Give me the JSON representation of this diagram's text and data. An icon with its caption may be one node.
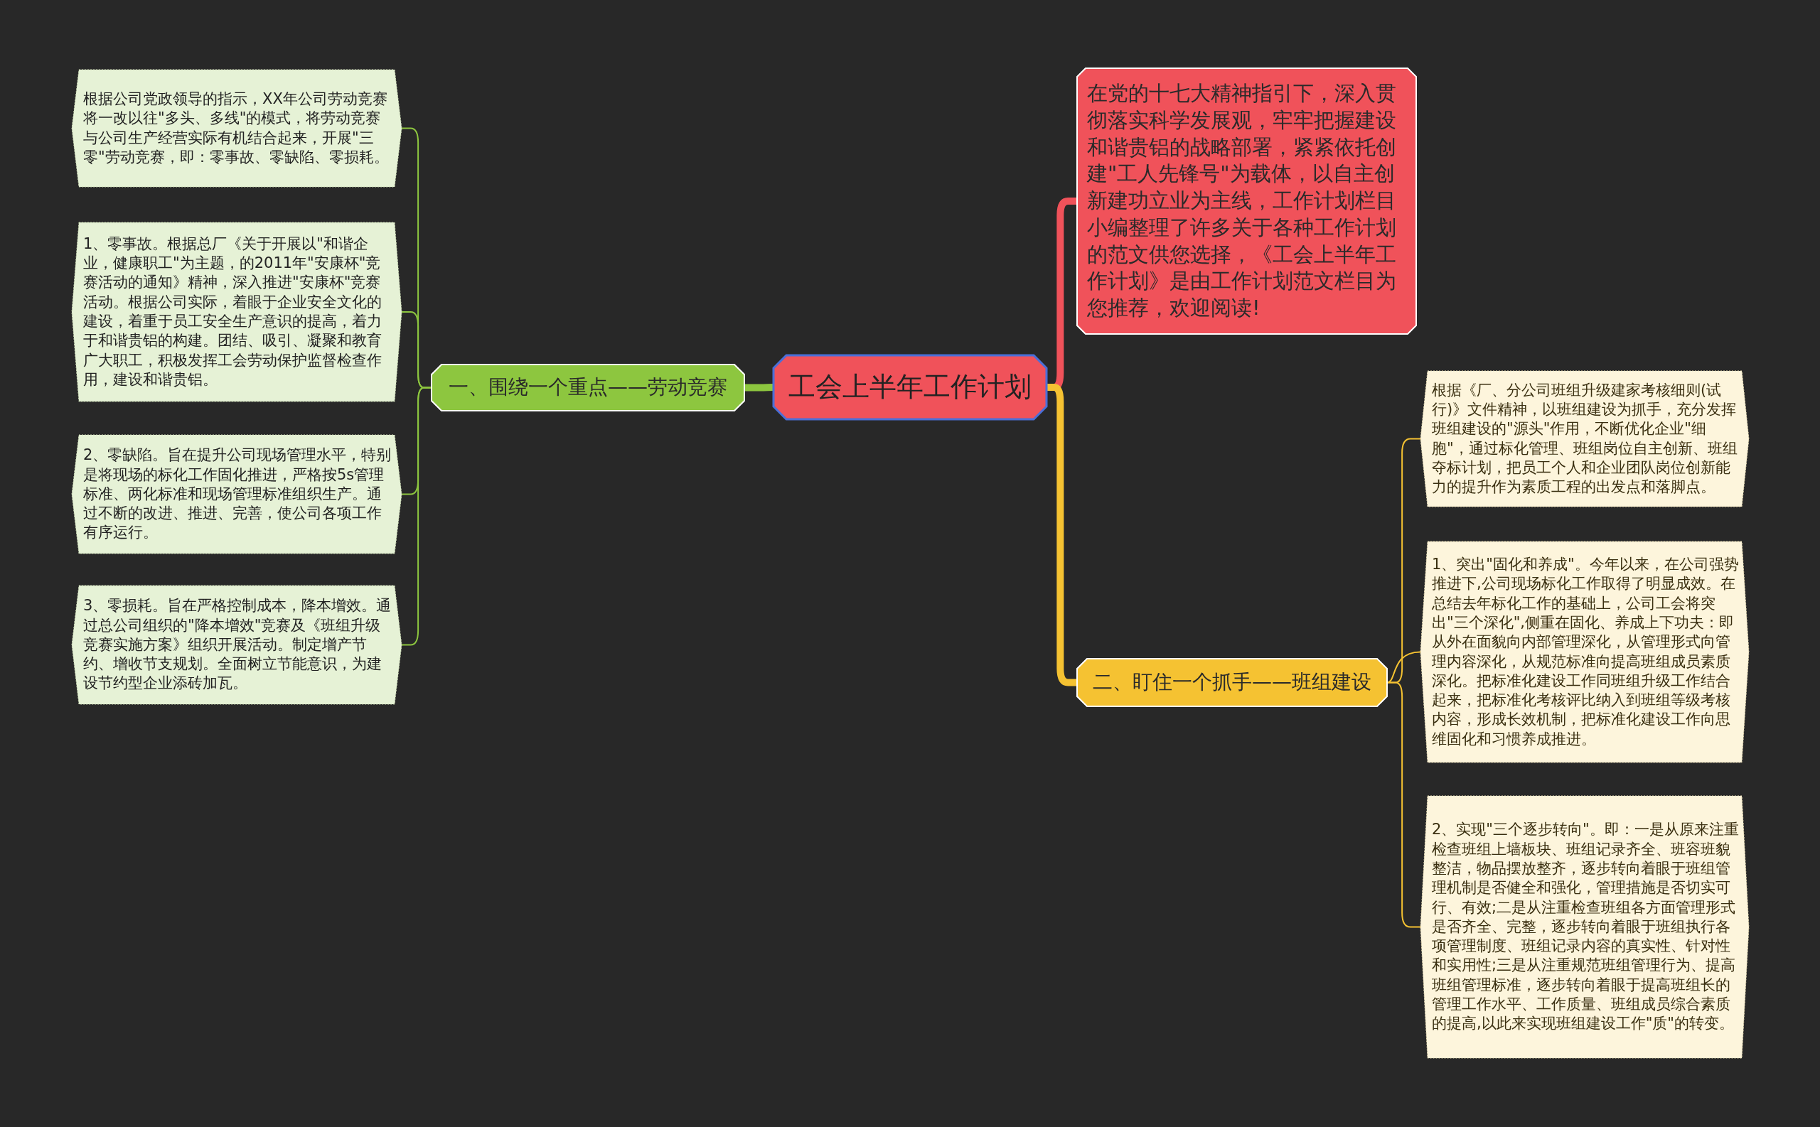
{
  "diagram": {
    "nodes": [
      {
        "text": [
          "工会上半年工作计划"
        ]
      },
      {
        "text": [
          "一、围绕一个重点——劳动竞赛"
        ]
      },
      {
        "text": [
          "根据公司党政领导的指示，XX年公司劳动竞赛将一改以往\"多头、多线\"的模式，将劳动竞赛与公司生产经营实际有机结合起来，开展\"三零\"劳动竞赛，即：零事故、零缺陷、零损耗。"
        ]
      },
      {
        "text": [
          "1、零事故。根据总厂《关于开展以\"和谐企业，健康职工\"为主题，的2011年\"安康杯\"竞赛活动的通知》精神，深入推进\"安康杯\"竞赛活动。根据公司实际，着眼于企业安全文化的建设，着重于员工安全生产意识的提高，着力于和谐贵铝的构建。团结、吸引、凝聚和教育广大职工，积极发挥工会劳动保护监督检查作用，建设和谐贵铝。"
        ]
      },
      {
        "text": [
          "2、零缺陷。旨在提升公司现场管理水平，特别是将现场的标化工作固化推进，严格按5s管理标准、两化标准和现场管理标准组织生产。通过不断的改进、推进、完善，使公司各项工作有序运行。"
        ]
      },
      {
        "text": [
          "3、零损耗。旨在严格控制成本，降本增效。通过总公司组织的\"降本增效\"竞赛及《班组升级竞赛实施方案》组织开展活动。制定增产节约、增收节支规划。全面树立节能意识，为建设节约型企业添砖加瓦。"
        ]
      },
      {
        "text": [
          "在党的十七大精神指引下，深入贯彻落实科学发展观，牢牢把握建设和谐贵铝的战略部署，紧紧依托创建\"工人先锋号\"为载体，以自主创新建功立业为主线，工作计划栏目小编整理了许多关于各种工作计划的范文供您选择，《工会上半年工作计划》是由工作计划范文栏目为您推荐，欢迎阅读!"
        ]
      },
      {
        "text": [
          "二、盯住一个抓手——班组建设"
        ]
      },
      {
        "text": [
          "根据《厂、分公司班组升级建家考核细则(试行)》文件精神，以班组建设为抓手，充分发挥班组建设的\"源头\"作用，不断优化企业\"细胞\"，通过标化管理、班组岗位自主创新、班组夺标计划，把员工个人和企业团队岗位创新能力的提升作为素质工程的出发点和落脚点。"
        ]
      },
      {
        "text": [
          "1、突出\"固化和养成\"。今年以来，在公司强势推进下,公司现场标化工作取得了明显成效。在总结去年标化工作的基础上，公司工会将突出\"三个深化\",侧重在固化、养成上下功夫：即从外在面貌向内部管理深化，从管理形式向管理内容深化，从规范标准向提高班组成员素质深化。把标准化建设工作同班组升级工作结合起来，把标准化考核评比纳入到班组等级考核内容，形成长效机制，把标准化建设工作向思维固化和习惯养成推进。"
        ]
      },
      {
        "text": [
          "2、实现\"三个逐步转向\"。即：一是从原来注重检查班组上墙板块、班组记录齐全、班容班貌整洁，物品摆放整齐，逐步转向着眼于班组管理机制是否健全和强化，管理措施是否切实可行、有效;二是从注重检查班组各方面管理形式是否齐全、完整，逐步转向着眼于班组执行各项管理制度、班组记录内容的真实性、针对性和实用性;三是从注重规范班组管理行为、提高班组管理标准，逐步转向着眼于提高班组长的管理工作水平、工作质量、班组成员综合素质的提高,以此来实现班组建设工作\"质\"的转变。"
        ]
      }
    ],
    "edges": [
      {
        "from": 0,
        "to": 1,
        "arrow": "none",
        "style": "thick",
        "color": "#8dc63f"
      },
      {
        "from": 1,
        "to": 2,
        "arrow": "none",
        "color": "#8dc63f"
      },
      {
        "from": 1,
        "to": 3,
        "arrow": "none",
        "color": "#8dc63f"
      },
      {
        "from": 1,
        "to": 4,
        "arrow": "none",
        "color": "#8dc63f"
      },
      {
        "from": 1,
        "to": 5,
        "arrow": "none",
        "color": "#8dc63f"
      },
      {
        "from": 0,
        "to": 6,
        "arrow": "none",
        "style": "thick",
        "color": "#f0525a"
      },
      {
        "from": 0,
        "to": 7,
        "arrow": "none",
        "style": "thick",
        "color": "#f5c232"
      },
      {
        "from": 7,
        "to": 8,
        "arrow": "none",
        "color": "#f5c232"
      },
      {
        "from": 7,
        "to": 9,
        "arrow": "none",
        "color": "#f5c232"
      },
      {
        "from": 7,
        "to": 10,
        "arrow": "none",
        "color": "#f5c232"
      }
    ]
  }
}
